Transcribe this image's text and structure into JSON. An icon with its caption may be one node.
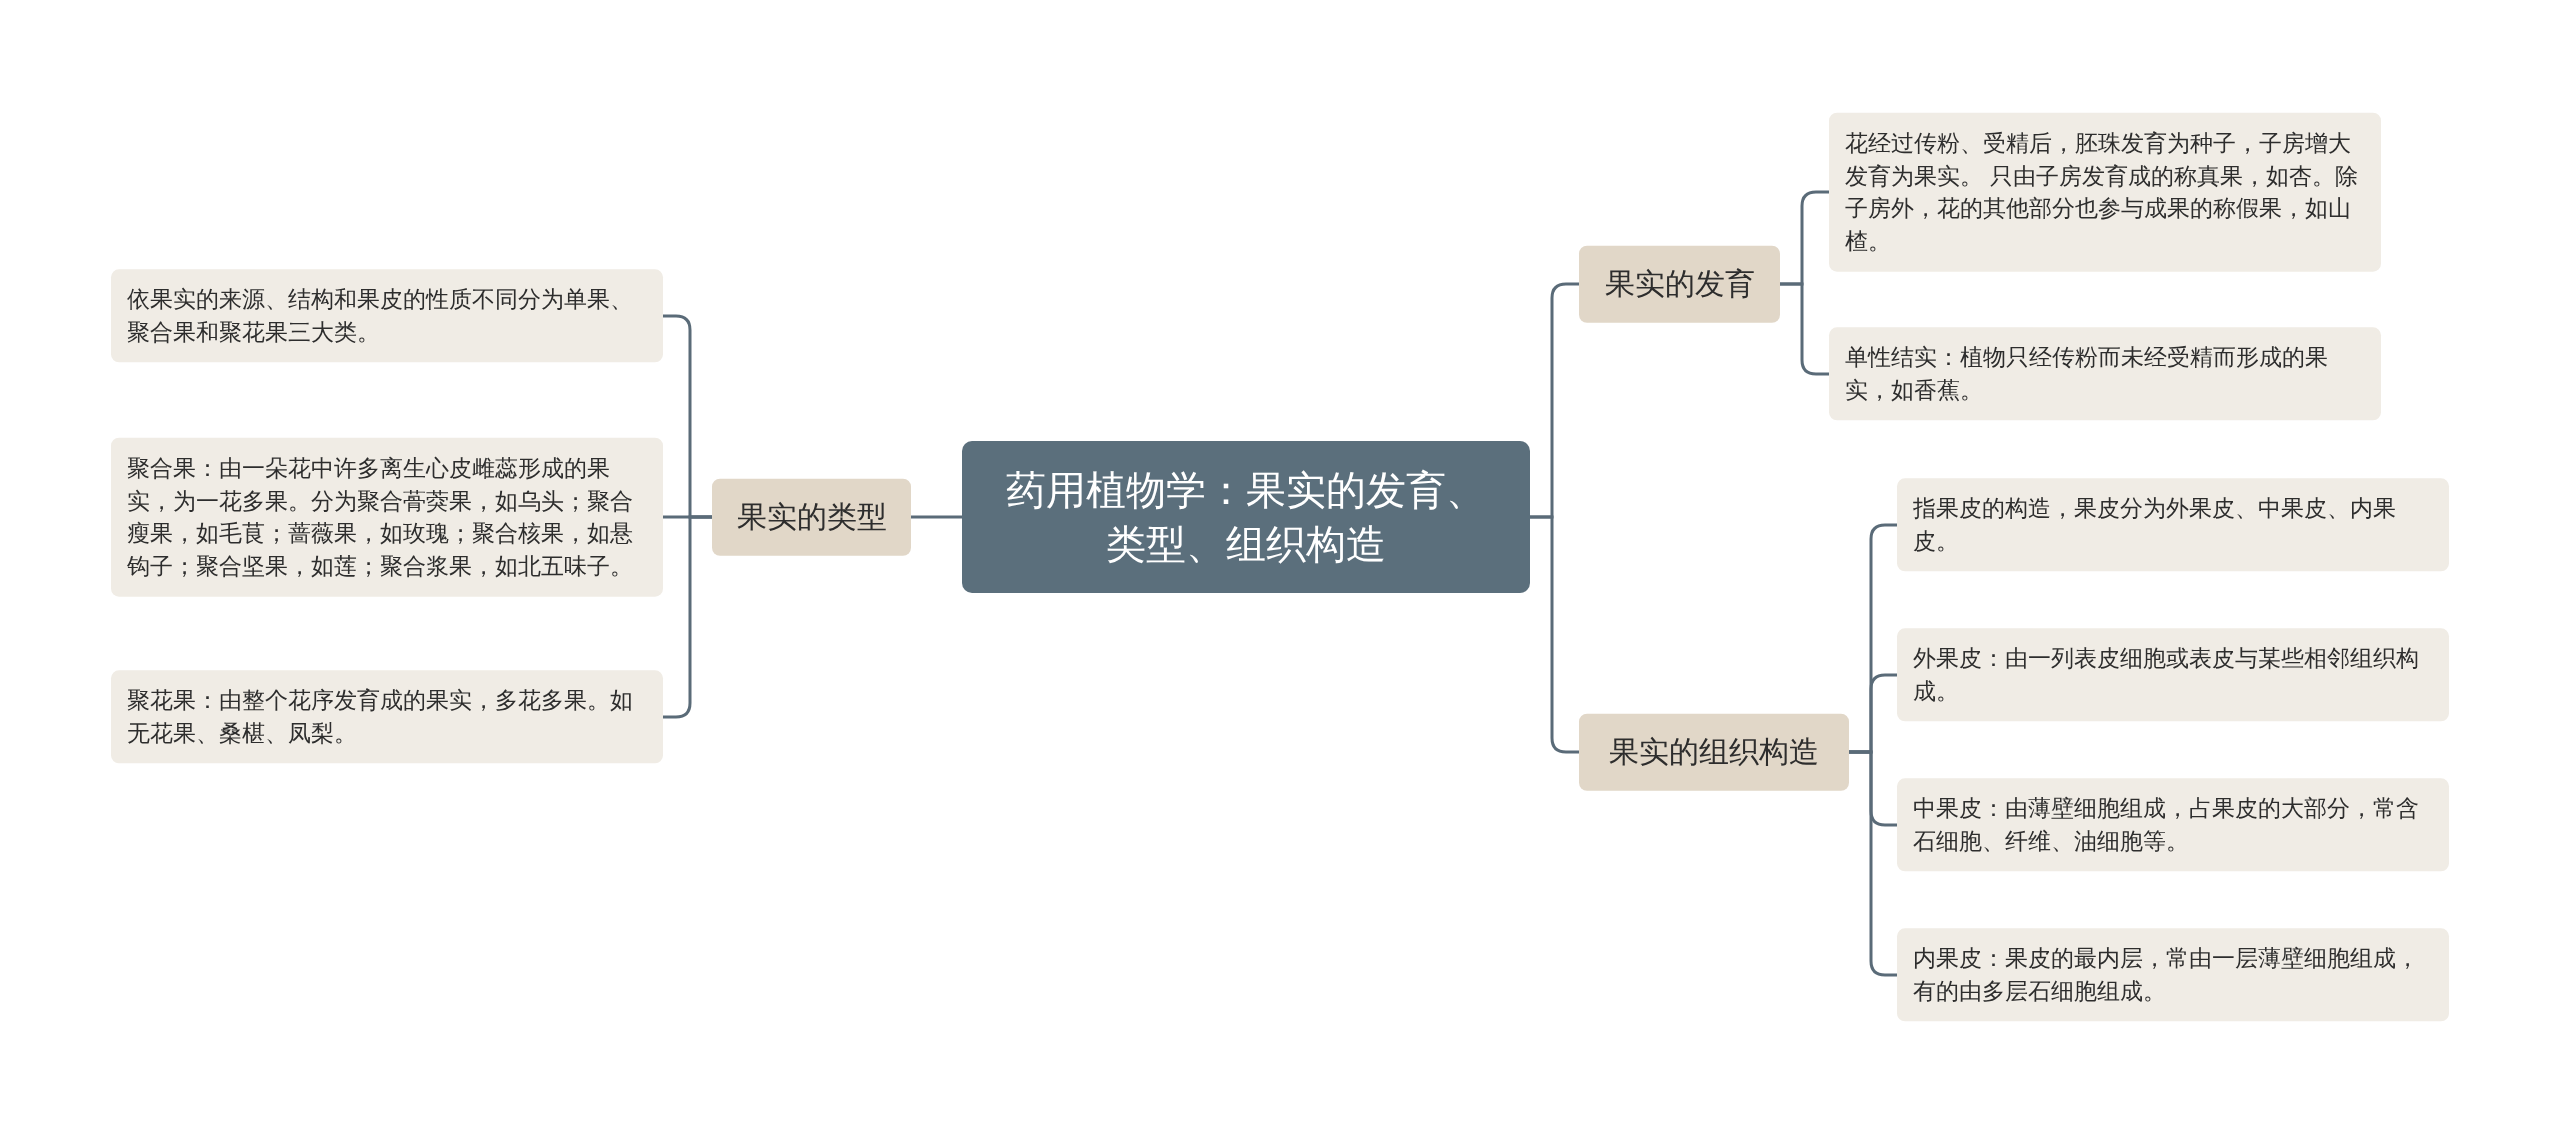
{
  "diagram": {
    "nodes": [
      {
        "text": [
          "药用植物学：果实的发育、类型、组织构造"
        ]
      },
      {
        "text": [
          "果实的类型"
        ]
      },
      {
        "text": [
          "依果实的来源、结构和果皮的性质不同分为单果、聚合果和聚花果三大类。"
        ]
      },
      {
        "text": [
          "聚合果：由一朵花中许多离生心皮雌蕊形成的果实，为一花多果。分为聚合蓇葖果，如乌头；聚合瘦果，如毛茛；蔷薇果，如玫瑰；聚合核果，如悬钩子；聚合坚果，如莲；聚合浆果，如北五味子。"
        ]
      },
      {
        "text": [
          "聚花果：由整个花序发育成的果实，多花多果。如无花果、桑椹、凤梨。"
        ]
      },
      {
        "text": [
          "果实的发育"
        ]
      },
      {
        "text": [
          "花经过传粉、受精后，胚珠发育为种子，子房增大发育为果实。 只由子房发育成的称真果，如杏。除子房外，花的其他部分也参与成果的称假果，如山楂。"
        ]
      },
      {
        "text": [
          "单性结实：植物只经传粉而未经受精而形成的果实，如香蕉。"
        ]
      },
      {
        "text": [
          "果实的组织构造"
        ]
      },
      {
        "text": [
          "指果皮的构造，果皮分为外果皮、中果皮、内果皮。"
        ]
      },
      {
        "text": [
          "外果皮：由一列表皮细胞或表皮与某些相邻组织构成。"
        ]
      },
      {
        "text": [
          "中果皮：由薄壁细胞组成，占果皮的大部分，常含石细胞、纤维、油细胞等。"
        ]
      },
      {
        "text": [
          "内果皮：果皮的最内层，常由一层薄壁细胞组成，有的由多层石细胞组成。"
        ]
      }
    ],
    "edges": [
      {
        "from": 0,
        "to": 1,
        "arrow": "none"
      },
      {
        "from": 1,
        "to": 2,
        "arrow": "none"
      },
      {
        "from": 1,
        "to": 3,
        "arrow": "none"
      },
      {
        "from": 1,
        "to": 4,
        "arrow": "none"
      },
      {
        "from": 0,
        "to": 5,
        "arrow": "none"
      },
      {
        "from": 0,
        "to": 8,
        "arrow": "none"
      },
      {
        "from": 5,
        "to": 6,
        "arrow": "none"
      },
      {
        "from": 5,
        "to": 7,
        "arrow": "none"
      },
      {
        "from": 8,
        "to": 9,
        "arrow": "none"
      },
      {
        "from": 8,
        "to": 10,
        "arrow": "none"
      },
      {
        "from": 8,
        "to": 11,
        "arrow": "none"
      },
      {
        "from": 8,
        "to": 12,
        "arrow": "none"
      }
    ]
  }
}
